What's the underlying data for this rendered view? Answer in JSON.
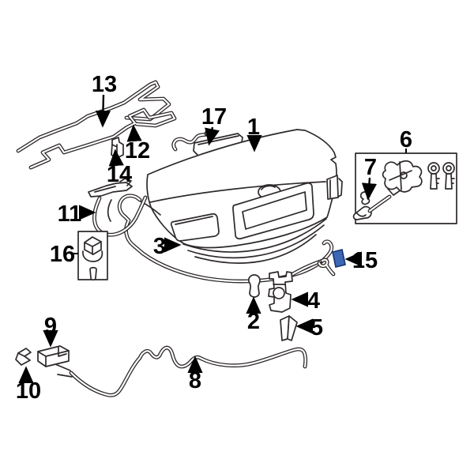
{
  "diagram": {
    "background_color": "#ffffff",
    "line_color": "#2e292b",
    "label_color": "#000000",
    "highlight_color": "#3b67b6",
    "highlight_border_color": "#16356d",
    "highlighted_callout": "15",
    "callouts": [
      {
        "number": "1"
      },
      {
        "number": "2"
      },
      {
        "number": "3"
      },
      {
        "number": "4"
      },
      {
        "number": "5"
      },
      {
        "number": "6"
      },
      {
        "number": "7"
      },
      {
        "number": "8"
      },
      {
        "number": "9"
      },
      {
        "number": "10"
      },
      {
        "number": "11"
      },
      {
        "number": "12"
      },
      {
        "number": "13"
      },
      {
        "number": "14"
      },
      {
        "number": "15"
      },
      {
        "number": "16"
      },
      {
        "number": "17"
      }
    ]
  }
}
